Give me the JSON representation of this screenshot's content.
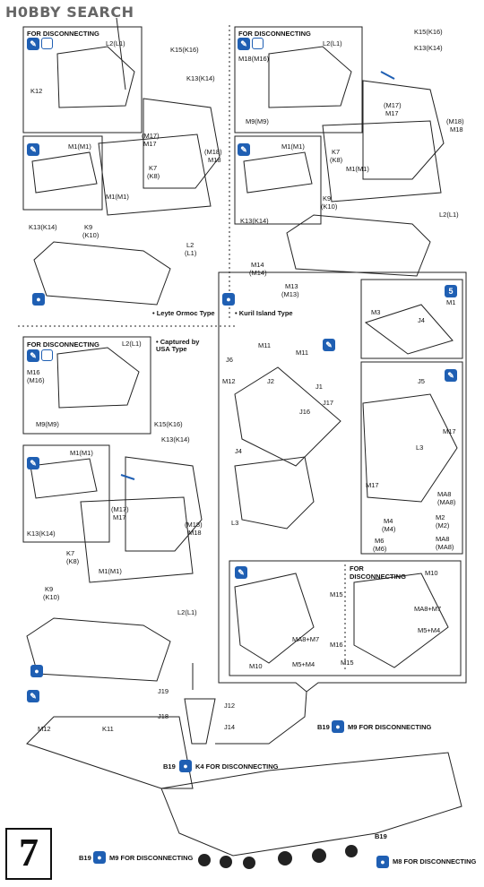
{
  "header": {
    "logo": "H0BBY SEARCH"
  },
  "step_number": "7",
  "variants": {
    "leyte": "• Leyte Ormoc Type",
    "kuril": "• Kuril Island Type",
    "usa": "• Captured by USA Type"
  },
  "disconnect_title": "FOR DISCONNECTING",
  "panels": {
    "tl": {
      "title": "FOR DISCONNECTING",
      "labels": [
        "L2(L1)",
        "K15(K16)",
        "K13(K14)",
        "K12",
        "M1(M1)",
        "(M17)",
        "M17",
        "(M18)",
        "M18",
        "K7",
        "(K8)",
        "M1(M1)",
        "K13(K14)",
        "K9",
        "(K10)",
        "L2",
        "(L1)"
      ]
    },
    "tr": {
      "title": "FOR DISCONNECTING",
      "labels": [
        "L2(L1)",
        "M18(M16)",
        "M9(M9)",
        "K15(K16)",
        "K13(K14)",
        "(M17)",
        "M17",
        "(M18)",
        "M18",
        "M1(M1)",
        "K7",
        "(K8)",
        "M1(M1)",
        "K9",
        "(K10)",
        "K13(K14)",
        "L2(L1)",
        "M14",
        "(M14)",
        "M13",
        "(M13)"
      ]
    },
    "ml": {
      "title": "FOR DISCONNECTING",
      "labels": [
        "L2(L1)",
        "M16",
        "(M16)",
        "M9(M9)",
        "K15(K16)",
        "K13(K14)",
        "M1(M1)",
        "K13(K14)",
        "(M17)",
        "M17",
        "(M18)",
        "M18",
        "K7",
        "(K8)",
        "M1(M1)",
        "K9",
        "(K10)",
        "L2(L1)"
      ]
    },
    "mr": {
      "labels": [
        "M11",
        "M11",
        "J6",
        "M12",
        "J2",
        "J1",
        "J17",
        "J16",
        "J4",
        "L3",
        "M3",
        "J4",
        "M1",
        "J5",
        "M17",
        "L3",
        "M17",
        "MA8",
        "(MA8)",
        "M4",
        "(M4)",
        "M6",
        "(M6)",
        "M2",
        "(M2)",
        "MA8",
        "(MA8)"
      ]
    },
    "mr_bottom": {
      "title": "FOR DISCONNECTING",
      "labels": [
        "M10",
        "M15",
        "MA8+M7",
        "M5+M4",
        "M16",
        "M15",
        "MA8+M7",
        "M5+M4",
        "M10"
      ]
    },
    "bottom": {
      "labels": [
        "J19",
        "J12",
        "J18",
        "J14",
        "M12",
        "K11",
        "B19",
        "M9 FOR DISCONNECTING",
        "B19",
        "K4 FOR DISCONNECTING",
        "B19",
        "M9 FOR DISCONNECTING",
        "B19",
        "M8 FOR DISCONNECTING"
      ]
    }
  },
  "colors": {
    "accent": "#1f5fb3",
    "line": "#222222"
  }
}
